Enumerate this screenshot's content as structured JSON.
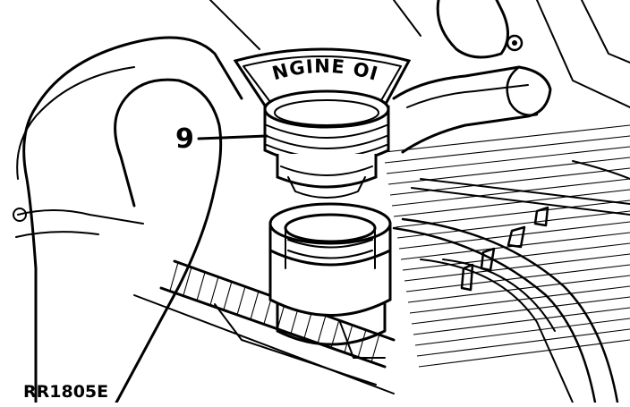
{
  "figure": {
    "cap_text": "ENGINE OIL",
    "callout_number": "9",
    "reference_code": "RR1805E"
  },
  "colors": {
    "ink": "#000000",
    "paper": "#ffffff"
  }
}
